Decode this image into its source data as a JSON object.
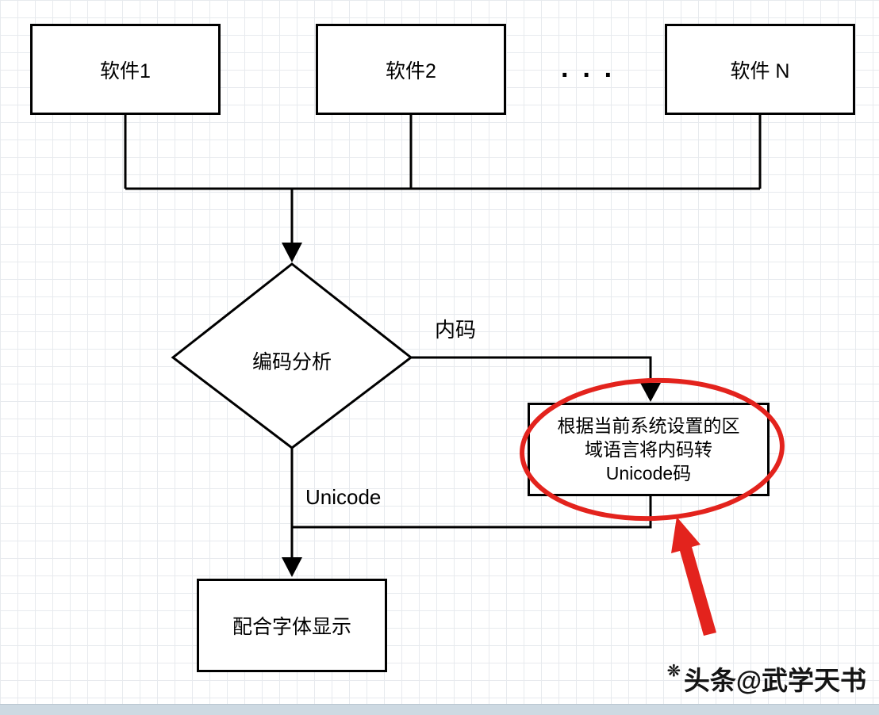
{
  "nodes": {
    "software1": "软件1",
    "software2": "软件2",
    "ellipsis": "···",
    "softwareN": "软件 N",
    "decision": "编码分析",
    "convert": {
      "lines": [
        "根据当前系统设置的区",
        "域语言将内码转",
        "Unicode码"
      ]
    },
    "display": "配合字体显示"
  },
  "labels": {
    "internal_code": "内码",
    "unicode": "Unicode"
  },
  "watermark": {
    "icon": "❊",
    "text": "头条@武学天书"
  },
  "colors": {
    "line": "#000000",
    "node_fill": "#ffffff",
    "highlight_red": "#e3231d",
    "grid": "#e7eaee",
    "scrollbar": "#cdd9e2"
  }
}
